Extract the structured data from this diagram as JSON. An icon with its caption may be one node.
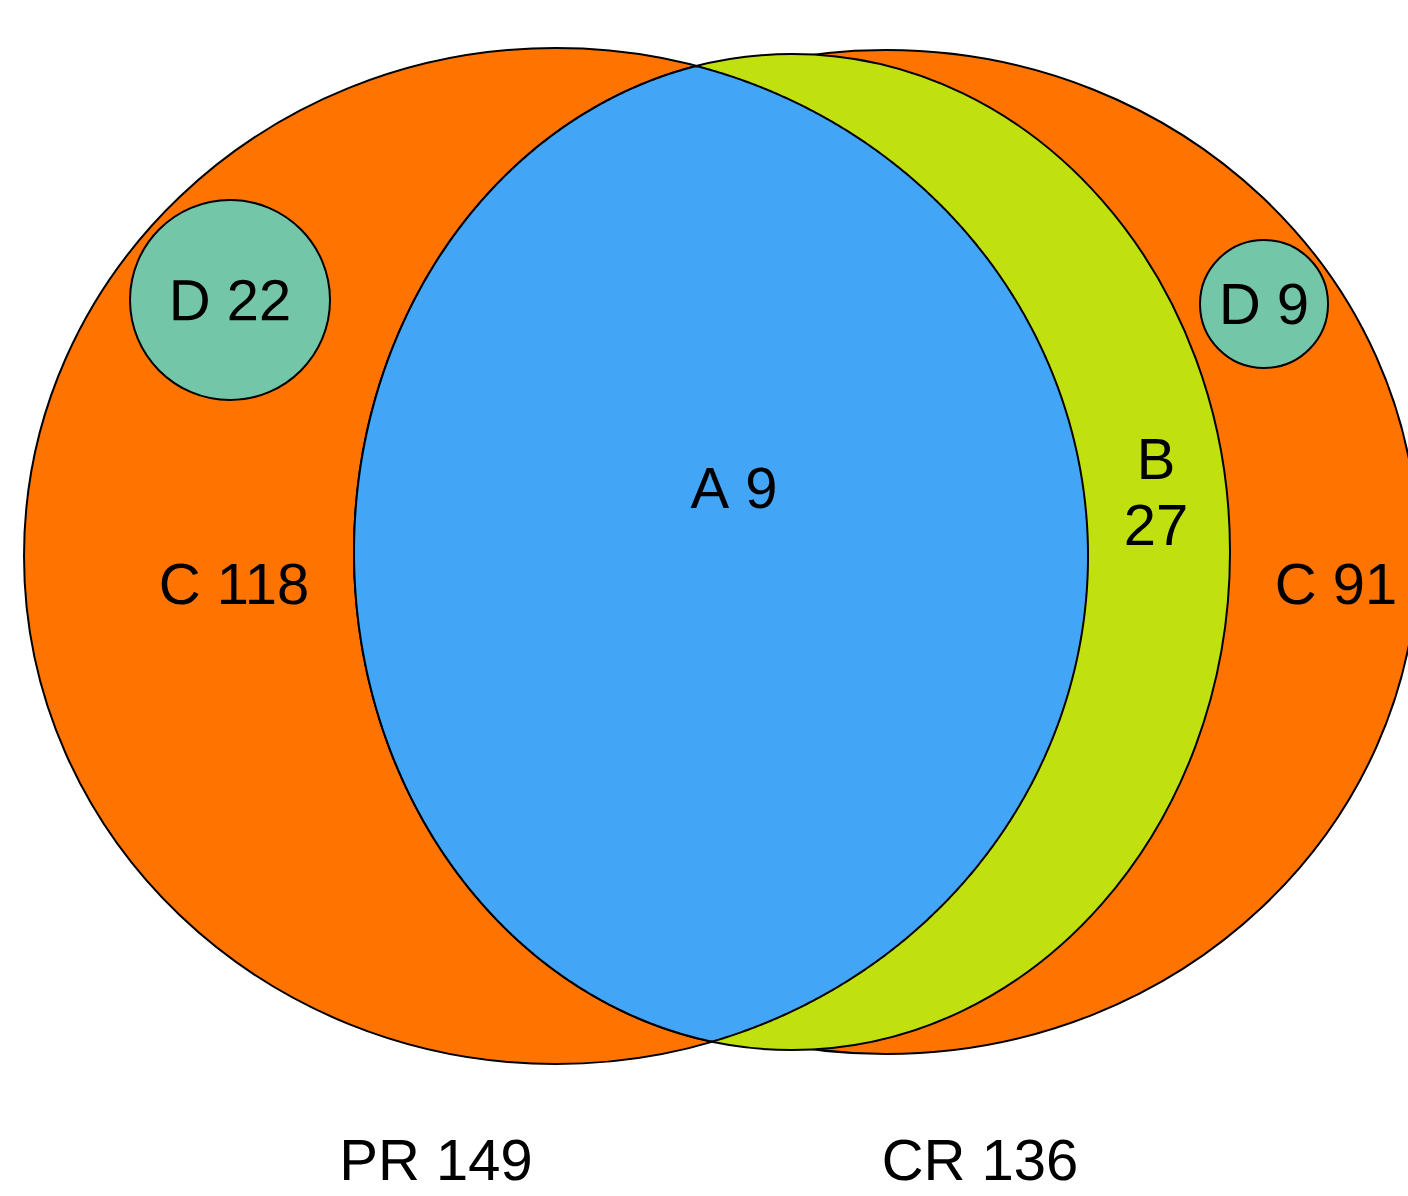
{
  "diagram": {
    "nodes": [
      {
        "text": [
          "C 118"
        ],
        "beside": [
          "PR 149"
        ]
      },
      {
        "text": [
          "C 91"
        ],
        "beside": [
          "CR 136"
        ]
      },
      {
        "text": [
          "D 22"
        ],
        "in": 0
      },
      {
        "text": [
          "D 9"
        ],
        "in": 1
      },
      {
        "text": [
          "B 27"
        ],
        "in": 1
      },
      {
        "text": [
          "A 9"
        ],
        "in": 4
      }
    ]
  }
}
